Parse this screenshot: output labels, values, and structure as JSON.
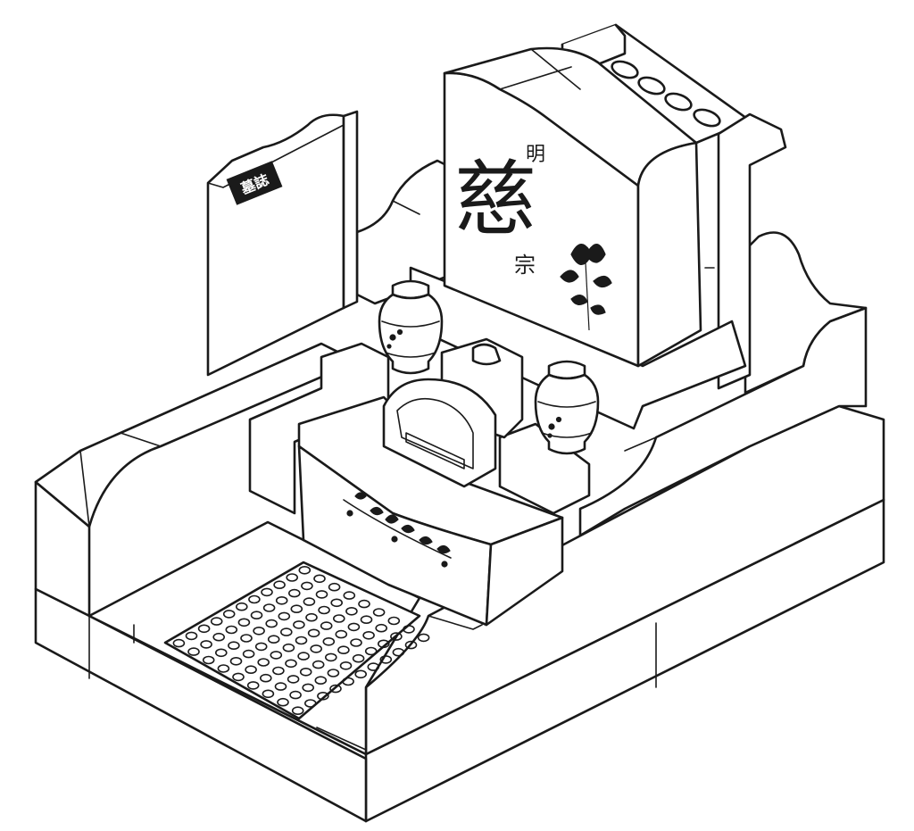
{
  "colors": {
    "line": "#1a1a1a",
    "fill": "#ffffff"
  },
  "side_plaque": {
    "text": "墓誌"
  },
  "tombstone": {
    "main_char": "慈",
    "small_char_top": "明",
    "small_char_mid": "宗"
  },
  "icons": [
    "lily-flower-icon",
    "vine-leaf-icon",
    "cherry-blossom-icon",
    "grate-lattice-icon"
  ]
}
